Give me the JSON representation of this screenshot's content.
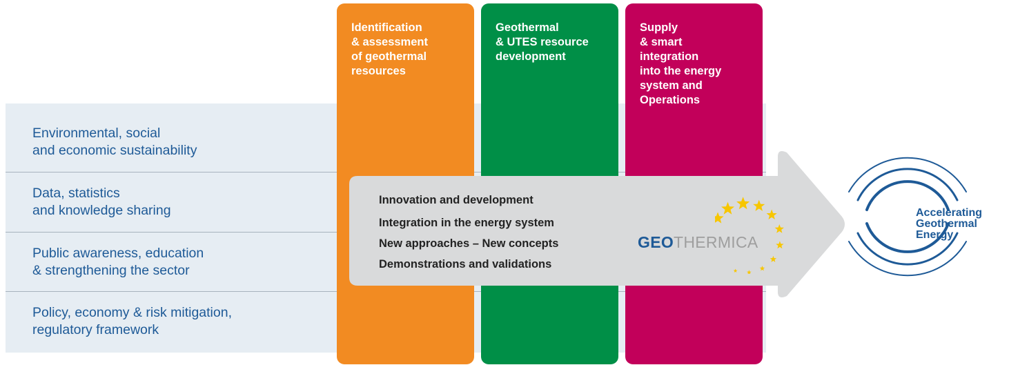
{
  "rows": [
    {
      "label": "Environmental, social\nand economic sustainability"
    },
    {
      "label": "Data, statistics\nand knowledge sharing"
    },
    {
      "label": "Public awareness, education\n& strengthening the sector"
    },
    {
      "label": "Policy, economy & risk mitigation,\nregulatory framework"
    }
  ],
  "columns": [
    {
      "title": "Identification\n& assessment\nof geothermal\nresources",
      "color": "#f28b22"
    },
    {
      "title": "Geothermal\n& UTES resource\ndevelopment",
      "color": "#008f47"
    },
    {
      "title": "Supply\n& smart\nintegration\ninto the energy\nsystem and\nOperations",
      "color": "#c2005a"
    }
  ],
  "arrow": {
    "items": [
      "Innovation and development",
      "Integration in the energy system",
      "New approaches – New concepts",
      "Demonstrations and validations"
    ],
    "fill_color": "#d9dadb"
  },
  "logo": {
    "part1": "GEO",
    "part2": "THERMICA",
    "star_color": "#f7c600",
    "icon": "eu-stars-icon"
  },
  "goal": {
    "text": "Accelerating\nGeothermal\nEnergy",
    "icon": "radiating-rings-icon",
    "color": "#1e5a97"
  }
}
